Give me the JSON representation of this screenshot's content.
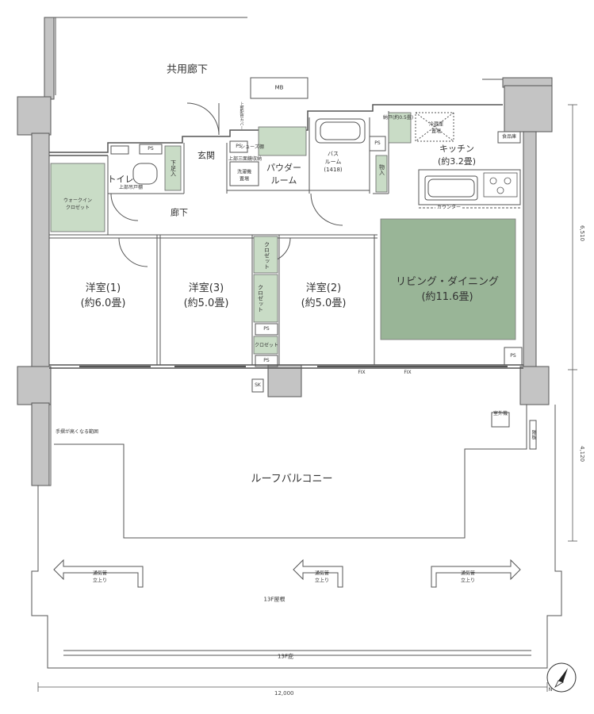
{
  "floorplan": {
    "labels": {
      "common_corridor": "共用廊下",
      "mb": "MB",
      "entrance": "玄関",
      "toilet": "トイレ",
      "walkin_closet": "ウォークイン\nクロゼット",
      "shoe_closet": "下足入",
      "corridor": "廊下",
      "powder_room": "パウダー\nルーム",
      "washer": "洗濯機\n置場",
      "bath_room": "バス\nルーム\n(1418)",
      "storage_pantry": "納戸(約0.5畳)",
      "fridge": "冷蔵庫\n置場",
      "pantry_small": "食品庫",
      "storage": "物入",
      "kitchen": "キッチン\n(約3.2畳)",
      "counter": "カウンター",
      "western1": "洋室(1)\n(約6.0畳)",
      "western3": "洋室(3)\n(約5.0畳)",
      "western2": "洋室(2)\n(約5.0畳)",
      "living_dining": "リビング・ダイニング\n(約11.6畳)",
      "closet": "クロゼット",
      "ps": "PS",
      "sk": "SK",
      "fix": "FIX",
      "roof_balcony": "ルーフバルコニー",
      "handrail_note": "手摺が高くなる範囲",
      "outdoor_unit": "室外機",
      "partition": "隔板",
      "vent": "通気管\n立上り",
      "floor13_roof": "13F屋根",
      "floor13_eave": "13F庇",
      "shoe_lower": "上部吊戸棚",
      "upper_shelf": "上部三面鏡収納",
      "meter_cover": "上部配管カバー",
      "shoe_shelf": "シューズ棚"
    },
    "dimensions": {
      "width": "12,000",
      "depth_interior": "6,510",
      "depth_balcony": "4,120"
    },
    "compass": "N",
    "colors": {
      "wall": "#bdbdbd",
      "wall_stroke": "#555555",
      "living_fill": "#99b597",
      "green_fill": "#c9dcc6",
      "line": "#555555"
    }
  }
}
